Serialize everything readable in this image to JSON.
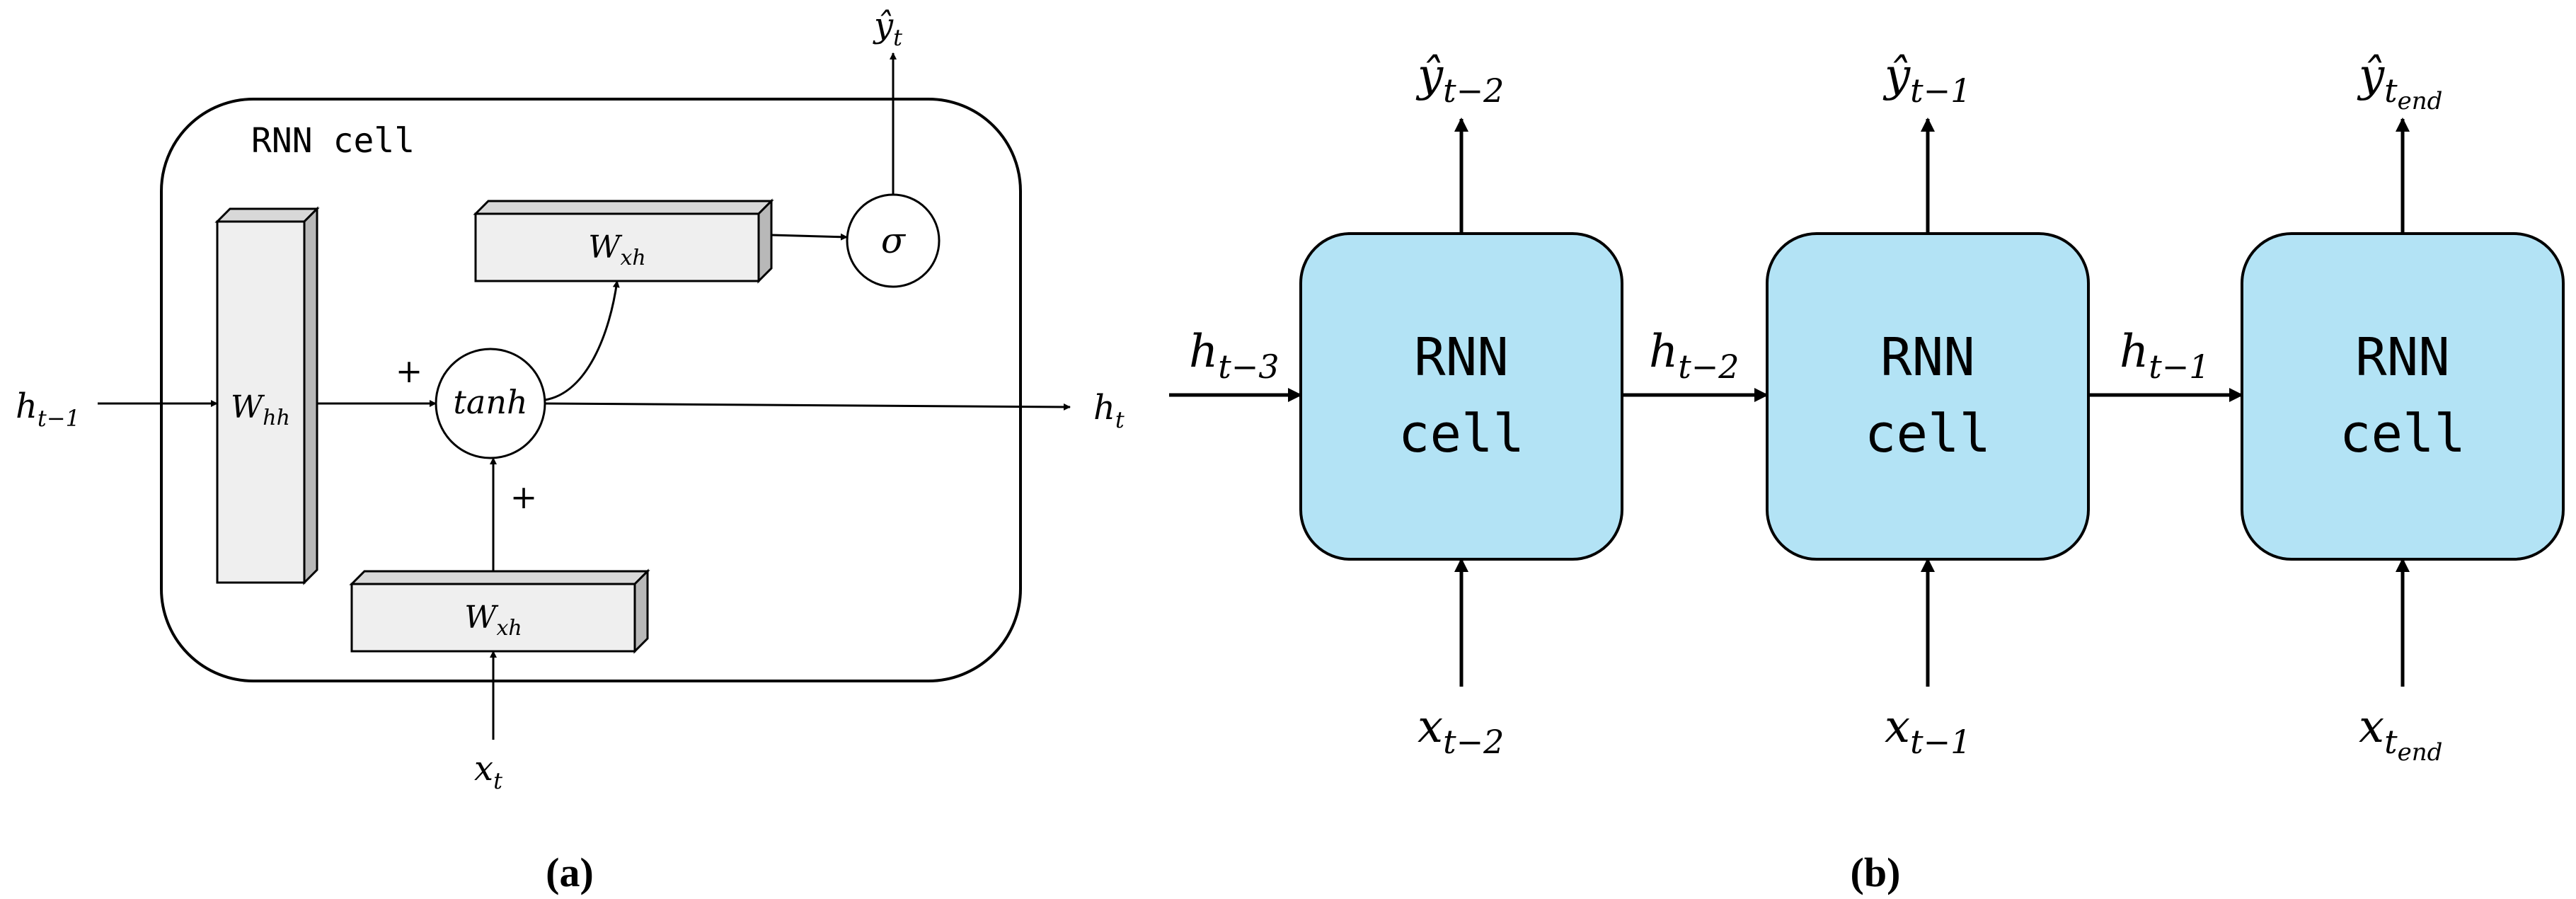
{
  "panel_a": {
    "caption": "(a)",
    "cell_title": "RNN cell",
    "w_hh": {
      "base": "W",
      "sub": "hh"
    },
    "w_xh_top": {
      "base": "W",
      "sub": "xh"
    },
    "w_xh_bottom": {
      "base": "W",
      "sub": "xh"
    },
    "tanh": "tanh",
    "sigma": "σ",
    "plus_left": "+",
    "plus_bottom": "+",
    "h_prev": {
      "base": "h",
      "sub": "t−1"
    },
    "h_out": {
      "base": "h",
      "sub": "t"
    },
    "x_in": {
      "base": "x",
      "sub": "t"
    },
    "y_out": {
      "base": "ŷ",
      "sub": "t"
    }
  },
  "panel_b": {
    "caption": "(b)",
    "colors": {
      "cell_fill": "#b3e3f5",
      "stroke": "#000000"
    },
    "h_first": {
      "base": "h",
      "sub": "t−3"
    },
    "cells": [
      {
        "line1": "RNN",
        "line2": "cell",
        "y": {
          "base": "ŷ",
          "sub": "t−2"
        },
        "x": {
          "base": "x",
          "sub": "t−2"
        },
        "h": {
          "base": "h",
          "sub": "t−2"
        }
      },
      {
        "line1": "RNN",
        "line2": "cell",
        "y": {
          "base": "ŷ",
          "sub": "t−1"
        },
        "x": {
          "base": "x",
          "sub": "t−1"
        },
        "h": {
          "base": "h",
          "sub": "t−1"
        }
      },
      {
        "line1": "RNN",
        "line2": "cell",
        "y": {
          "base": "ŷ",
          "sub": "t",
          "subsub": "end"
        },
        "x": {
          "base": "x",
          "sub": "t",
          "subsub": "end"
        }
      }
    ]
  }
}
